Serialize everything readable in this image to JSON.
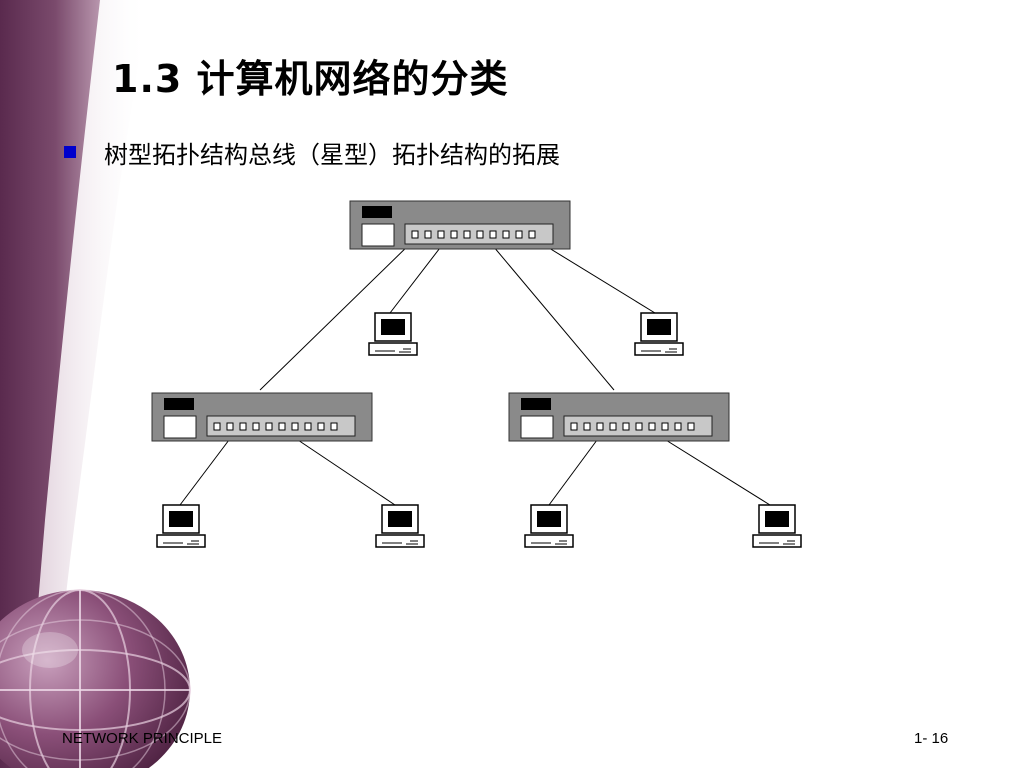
{
  "slide": {
    "title": "1.3  计算机网络的分类",
    "bullet": "树型拓扑结构总线（星型）拓扑结构的拓展",
    "footer_left": "NETWORK PRINCIPLE",
    "footer_right": "1- 16"
  },
  "colors": {
    "bullet": "#0000cc",
    "side_band": "#6e3d60",
    "hub_body": "#8a8a8a",
    "hub_panel": "#c8c8c8"
  },
  "icons": {
    "bullet": "square-bullet-icon",
    "hub": "hub-icon",
    "computer": "computer-icon",
    "globe": "globe-icon"
  }
}
